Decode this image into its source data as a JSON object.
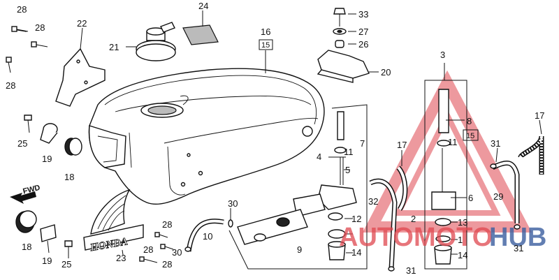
{
  "callouts": {
    "c1": "1",
    "c2": "2",
    "c3": "3",
    "c4": "4",
    "c5": "5",
    "c6": "6",
    "c7": "7",
    "c8": "8",
    "c9": "9",
    "c10": "10",
    "c11a": "11",
    "c11b": "11",
    "c12": "12",
    "c13": "13",
    "c14a": "14",
    "c14b": "14",
    "c15a": "15",
    "c15b": "15",
    "c16": "16",
    "c17a": "17",
    "c17b": "17",
    "c18a": "18",
    "c18b": "18",
    "c19a": "19",
    "c19b": "19",
    "c20": "20",
    "c21": "21",
    "c22": "22",
    "c23": "23",
    "c24": "24",
    "c25a": "25",
    "c25b": "25",
    "c26": "26",
    "c27": "27",
    "c28a": "28",
    "c28b": "28",
    "c28c": "28",
    "c28d": "28",
    "c28e": "28",
    "c28f": "28",
    "c29": "29",
    "c30a": "30",
    "c30b": "30",
    "c31a": "31",
    "c31b": "31",
    "c31c": "31",
    "c32": "32",
    "c33": "33"
  },
  "direction_label": "FWD",
  "emblem_text": "HONDA",
  "watermark": {
    "text_red": "AUTOMOTO",
    "text_blue": "HUB",
    "color_red": "#e0474f",
    "color_blue": "#3b5fa0"
  }
}
